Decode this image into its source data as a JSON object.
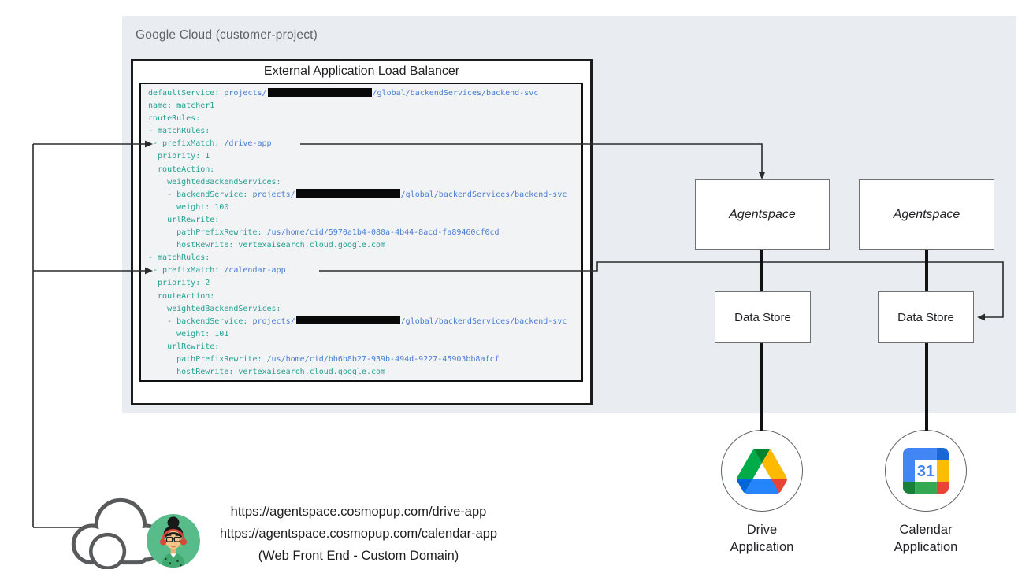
{
  "gcp_panel": {
    "label": "Google Cloud (customer-project)"
  },
  "load_balancer": {
    "title": "External Application Load Balancer"
  },
  "code": {
    "lines": [
      [
        [
          "k",
          "defaultService: "
        ],
        [
          "v",
          "projects/"
        ],
        [
          "r",
          ""
        ],
        [
          "v",
          "/global/backendServices/backend-svc"
        ]
      ],
      [
        [
          "k",
          "name: matcher1"
        ]
      ],
      [
        [
          "k",
          "routeRules:"
        ]
      ],
      [
        [
          "k",
          "- matchRules:"
        ]
      ],
      [
        [
          "k",
          " - prefixMatch: "
        ],
        [
          "v",
          "/drive-app"
        ]
      ],
      [
        [
          "k",
          "  priority: 1"
        ]
      ],
      [
        [
          "k",
          "  routeAction:"
        ]
      ],
      [
        [
          "k",
          "    weightedBackendServices:"
        ]
      ],
      [
        [
          "k",
          "    - backendService: "
        ],
        [
          "v",
          "projects/"
        ],
        [
          "r",
          ""
        ],
        [
          "v",
          "/global/backendServices/backend-svc"
        ]
      ],
      [
        [
          "k",
          "      weight: 100"
        ]
      ],
      [
        [
          "k",
          "    urlRewrite:"
        ]
      ],
      [
        [
          "k",
          "      pathPrefixRewrite: "
        ],
        [
          "v",
          "/us/home/cid/5970a1b4-080a-4b44-8acd-fa89460cf0cd"
        ]
      ],
      [
        [
          "k",
          "      hostRewrite: vertexaisearch.cloud.google.com"
        ]
      ],
      [
        [
          "k",
          "- matchRules:"
        ]
      ],
      [
        [
          "k",
          " - prefixMatch: "
        ],
        [
          "v",
          "/calendar-app"
        ]
      ],
      [
        [
          "k",
          "  priority: 2"
        ]
      ],
      [
        [
          "k",
          "  routeAction:"
        ]
      ],
      [
        [
          "k",
          "    weightedBackendServices:"
        ]
      ],
      [
        [
          "k",
          "    - backendService: "
        ],
        [
          "v",
          "projects/"
        ],
        [
          "r",
          ""
        ],
        [
          "v",
          "/global/backendServices/backend-svc"
        ]
      ],
      [
        [
          "k",
          "      weight: 101"
        ]
      ],
      [
        [
          "k",
          "    urlRewrite:"
        ]
      ],
      [
        [
          "k",
          "      pathPrefixRewrite: "
        ],
        [
          "v",
          "/us/home/cid/bb6b8b27-939b-494d-9227-45903bb8afcf"
        ]
      ],
      [
        [
          "k",
          "      hostRewrite: vertexaisearch.cloud.google.com"
        ]
      ]
    ]
  },
  "nodes": {
    "agentspace1": "Agentspace",
    "agentspace2": "Agentspace",
    "datastore1": "Data Store",
    "datastore2": "Data Store"
  },
  "apps": {
    "drive": {
      "line1": "Drive",
      "line2": "Application"
    },
    "calendar": {
      "line1": "Calendar",
      "line2": "Application"
    }
  },
  "frontend": {
    "url_drive": "https://agentspace.cosmopup.com/drive-app",
    "url_calendar": "https://agentspace.cosmopup.com/calendar-app",
    "caption": "(Web Front End - Custom Domain)"
  },
  "colors": {
    "panel": "#e9edf2",
    "codebg": "#f1f3f4",
    "teal": "#25a193",
    "blue": "#4a7dd3",
    "ink": "#202124",
    "gray": "#5f6368",
    "drive_green_dark": "#00832d",
    "drive_green": "#00ac47",
    "drive_yellow": "#ffba00",
    "drive_blue": "#2684fc",
    "drive_blue_dark": "#0066da",
    "drive_red": "#ea4335",
    "cal_blue": "#4285f4",
    "cal_blue_dark": "#1967d2",
    "cal_yellow": "#fbbc04",
    "cal_green": "#34a853",
    "cal_green_dark": "#188038",
    "cal_red": "#ea4335"
  }
}
